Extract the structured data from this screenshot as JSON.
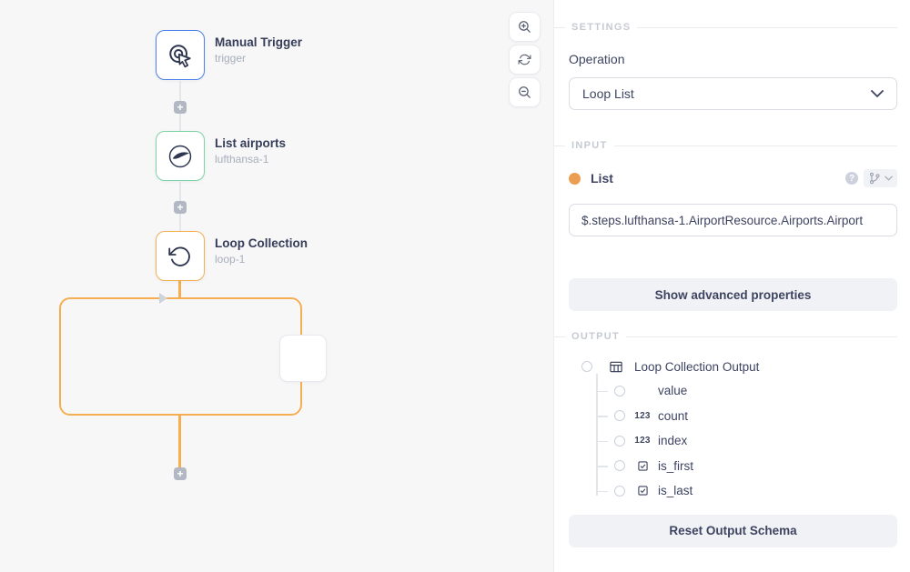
{
  "canvas": {
    "nodes": [
      {
        "title": "Manual Trigger",
        "subtitle": "trigger",
        "icon": "manual-trigger-icon",
        "accent": "#4c80ea"
      },
      {
        "title": "List airports",
        "subtitle": "lufthansa-1",
        "icon": "lufthansa-icon",
        "accent": "#7ed3a4"
      },
      {
        "title": "Loop Collection",
        "subtitle": "loop-1",
        "icon": "loop-icon",
        "accent": "#f6ae53"
      }
    ],
    "plus_glyph": "+",
    "toolbar_icons": [
      "zoom-in-icon",
      "refresh-icon",
      "zoom-out-icon"
    ],
    "loop_color": "#f6ae53",
    "edge_color": "#e4e6ea"
  },
  "panel": {
    "sections": {
      "settings": "SETTINGS",
      "input": "INPUT",
      "output": "OUTPUT"
    },
    "operation": {
      "label": "Operation",
      "value": "Loop List"
    },
    "input_field": {
      "label": "List",
      "value": "$.steps.lufthansa-1.AirportResource.Airports.Airport",
      "required_dot_color": "#eb9d52",
      "help_glyph": "?",
      "icons": [
        "help-icon",
        "expression-picker-icon",
        "chevron-down-icon"
      ]
    },
    "advanced_button_label": "Show advanced properties",
    "output": {
      "root_label": "Loop Collection Output",
      "root_icon": "table-schema-icon",
      "number_badge": "123",
      "children": [
        {
          "label": "value",
          "type": "any"
        },
        {
          "label": "count",
          "type": "number"
        },
        {
          "label": "index",
          "type": "number"
        },
        {
          "label": "is_first",
          "type": "boolean"
        },
        {
          "label": "is_last",
          "type": "boolean"
        }
      ]
    },
    "reset_button_label": "Reset Output Schema"
  }
}
